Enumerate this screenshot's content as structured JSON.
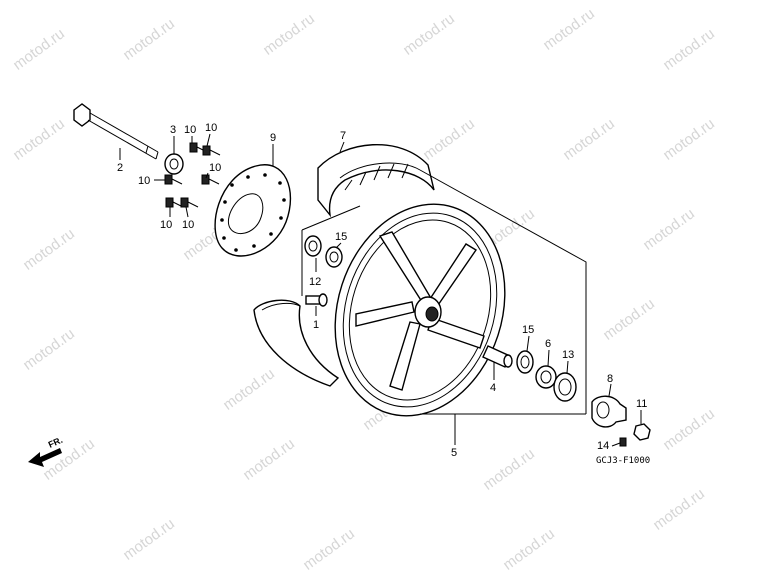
{
  "watermark": "motod.ru",
  "diagram_code": "GCJ3-F1000",
  "front_arrow": "FR.",
  "callouts": {
    "c1": "1",
    "c2": "2",
    "c3": "3",
    "c4": "4",
    "c5": "5",
    "c6": "6",
    "c7": "7",
    "c8": "8",
    "c9": "9",
    "c10a": "10",
    "c10b": "10",
    "c10c": "10",
    "c10d": "10",
    "c10e": "10",
    "c10f": "10",
    "c11": "11",
    "c12": "12",
    "c13": "13",
    "c14": "14",
    "c15a": "15",
    "c15b": "15"
  }
}
